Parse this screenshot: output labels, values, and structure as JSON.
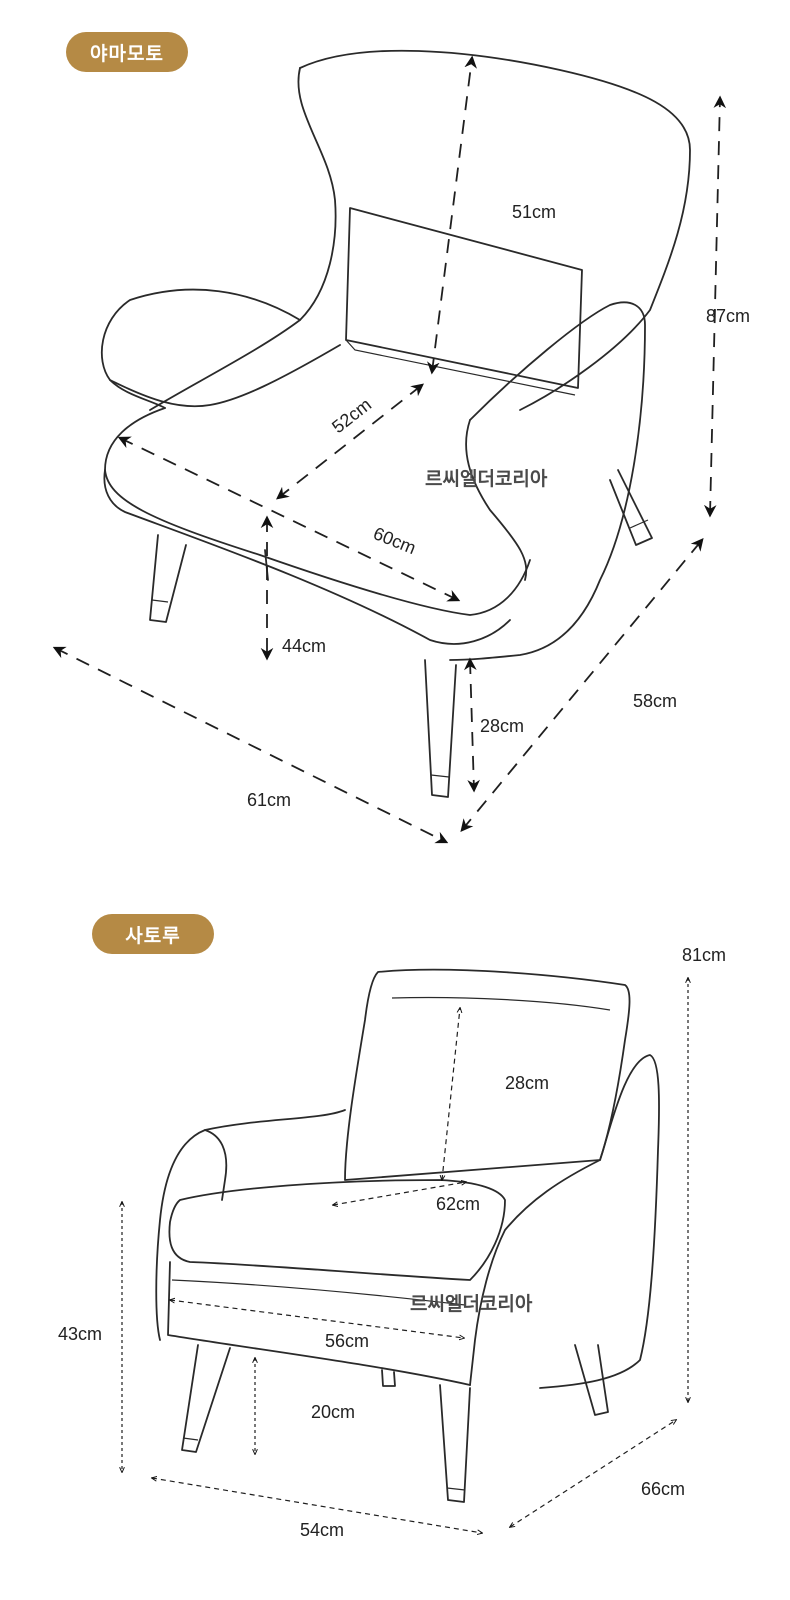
{
  "chairs": [
    {
      "name": "야마모토",
      "dimensions": {
        "back_height": "51cm",
        "total_height": "87cm",
        "seat_depth": "52cm",
        "seat_width": "60cm",
        "seat_height": "44cm",
        "leg_height": "28cm",
        "depth": "58cm",
        "width": "61cm"
      },
      "watermark": "르씨엘더코리아"
    },
    {
      "name": "사토루",
      "dimensions": {
        "total_height": "81cm",
        "back_height": "28cm",
        "seat_depth": "62cm",
        "seat_height": "43cm",
        "seat_width": "56cm",
        "leg_height": "20cm",
        "depth": "66cm",
        "width": "54cm"
      },
      "watermark": "르씨엘더코리아"
    }
  ],
  "colors": {
    "badge": "#b58a45",
    "line": "#2a2a2a",
    "background": "#ffffff"
  }
}
